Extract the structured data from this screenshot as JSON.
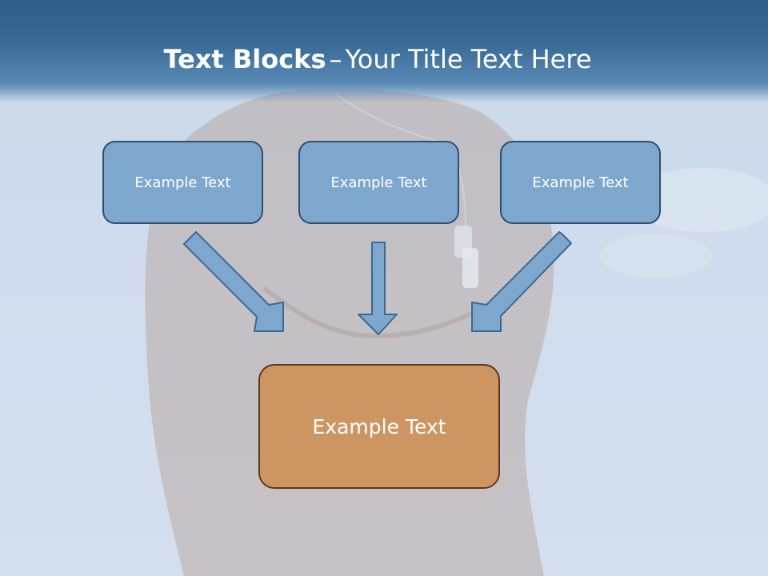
{
  "slide": {
    "title_bold": "Text Blocks",
    "title_separator": "–",
    "title_rest": "Your Title Text Here"
  },
  "blocks": [
    {
      "label": "Example Text"
    },
    {
      "label": "Example Text"
    },
    {
      "label": "Example Text"
    }
  ],
  "target": {
    "label": "Example Text"
  },
  "colors": {
    "title_band": "#3a6c98",
    "small_box_fill": "#7ea7cd",
    "small_box_border": "#2f4f6e",
    "target_fill": "#cc9562",
    "target_border": "#5b3a1c",
    "arrow_fill": "#7ea7cd",
    "arrow_stroke": "#3d6990"
  }
}
